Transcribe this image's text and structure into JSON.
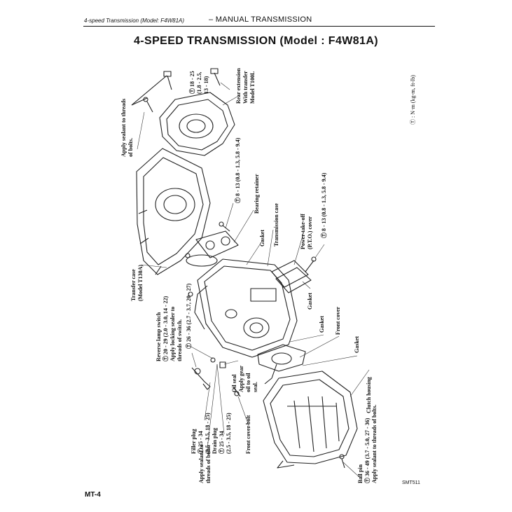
{
  "header": {
    "section_path": "4-speed Transmission (Model: F4W81A)",
    "chapter": "– MANUAL TRANSMISSION"
  },
  "title": "4-SPEED TRANSMISSION (Model : F4W81A)",
  "callouts": {
    "legend": "Ⓣ : N·m (kg-m, ft-lb)",
    "rear_extension": "Rear extension\nWith transfer\nModel T100L",
    "rear_torque": "Ⓣ 18 - 25\n(1.8 - 2.5,\n13 - 18)",
    "sealant_top": "Apply sealant to threads\nof bolts.",
    "torque_8_13_a": "Ⓣ 8 - 13 (0.8 - 1.3, 5.8 - 9.4)",
    "bearing_retainer": "Bearing retainer",
    "transfer_case": "Transfer case\n(Model T130A)",
    "gasket_1": "Gasket",
    "transmission_case": "Transmission case",
    "pto_cover": "Power-take-off\n(P.T.O.) cover",
    "torque_8_13_b": "Ⓣ 8 - 13 (0.8 - 1.3, 5.8 - 9.4)",
    "reverse_switch": "Reverse lamp switch\nⓉ 20 - 29 (2.0 - 3.0, 14 - 22)\nApply locking sealer to\nthreads of switch.",
    "torque_26_36": "Ⓣ 26 - 36 (2.7 - 3.7, 20 - 27)",
    "gasket_2": "Gasket",
    "gasket_3": "Gasket",
    "front_cover": "Front cover",
    "oil_seal": "Oil seal\nApply gear\noil to oil\nseal.",
    "gasket_4": "Gasket",
    "clutch_housing": "Clutch housing",
    "filler_plug": "Filler plug\nⓉ 25 - 34\n(2.5 - 3.5, 18 - 25)",
    "drain_plug": "Drain plug\nⓉ 25 - 34\n(2.5 - 3.5, 18 - 25)",
    "sealant_bottom": "Apply sealant to\nthreads of bolts.",
    "front_cover_bolt": "Front cover bolt",
    "ball_pin": "Ball pin\nⓉ 36 - 49 (3.7 - 5.0, 27 - 36)\nApply sealant to threads of bolts."
  },
  "footer": {
    "page": "MT-4",
    "figure_code": "SMT511"
  }
}
